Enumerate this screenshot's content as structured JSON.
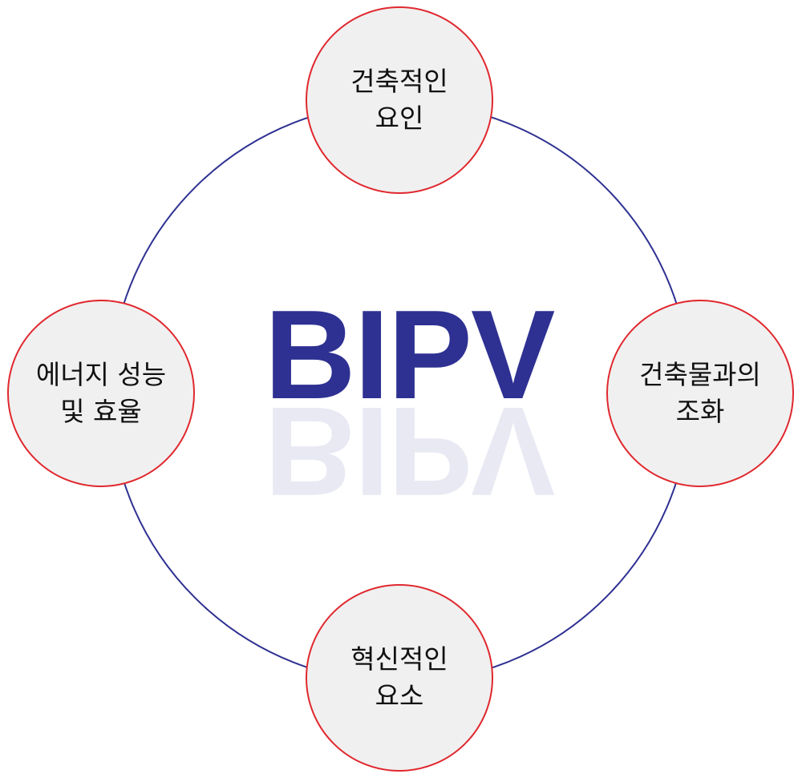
{
  "center_label": "BIPV",
  "colors": {
    "brand_navy": "#2e3192",
    "node_border_red": "#e0282e",
    "node_fill": "#f0f0f0",
    "ring_line": "#2e3192",
    "text": "#111111"
  },
  "nodes": {
    "top": {
      "line1": "건축적인",
      "line2": "요인"
    },
    "right": {
      "line1": "건축물과의",
      "line2": "조화"
    },
    "bottom": {
      "line1": "혁신적인",
      "line2": "요소"
    },
    "left": {
      "line1": "에너지 성능",
      "line2": "및 효율"
    }
  }
}
